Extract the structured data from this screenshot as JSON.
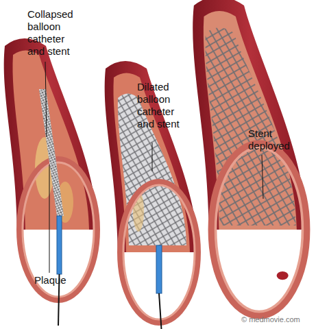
{
  "diagram": {
    "labels": [
      "Collapsed balloon catheter and stent",
      "Dilated balloon catheter and stent",
      "Stent deployed",
      "Plaque",
      "© medmovie.com"
    ]
  }
}
